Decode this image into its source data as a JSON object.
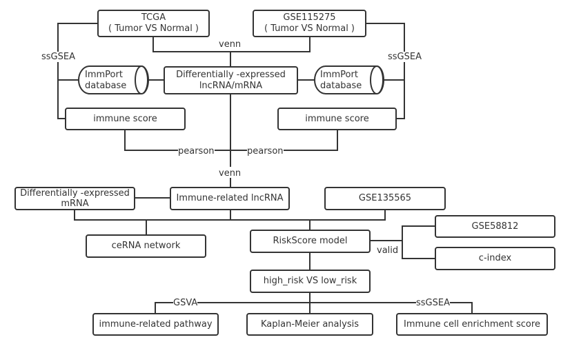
{
  "diagram": {
    "type": "flowchart",
    "nodes": {
      "tcga": "TCGA\n( Tumor VS Normal )",
      "gse115275": "GSE115275\n( Tumor VS Normal )",
      "immport_left": "ImmPort\ndatabase",
      "immport_right": "ImmPort\ndatabase",
      "diff_lnc_mrna": "Differentially -expressed\nlncRNA/mRNA",
      "immune_score_left": "immune score",
      "immune_score_right": "immune score",
      "diff_mrna": "Differentially -expressed\nmRNA",
      "immune_lnc": "Immune-related lncRNA",
      "gse135565": "GSE135565",
      "cerna": "ceRNA network",
      "riskscore": "RiskScore model",
      "gse58812": "GSE58812",
      "cindex": "c-index",
      "high_low": "high_risk VS low_risk",
      "pathway": "immune-related pathway",
      "km": "Kaplan-Meier analysis",
      "enrichment": "Immune cell enrichment score"
    },
    "edge_labels": {
      "ssgsea_left": "ssGSEA",
      "ssgsea_right": "ssGSEA",
      "venn_top": "venn",
      "pearson_left": "pearson",
      "pearson_right": "pearson",
      "venn_mid": "venn",
      "valid": "valid",
      "gsva": "GSVA",
      "ssgsea_bottom": "ssGSEA"
    },
    "colors": {
      "stroke": "#333333",
      "text": "#333333",
      "background": "#ffffff"
    }
  }
}
